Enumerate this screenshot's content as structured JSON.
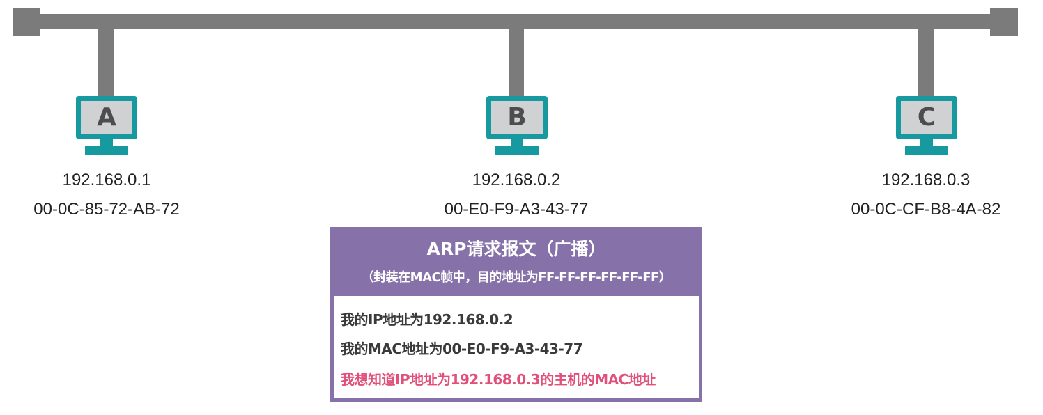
{
  "hosts": [
    {
      "letter": "A",
      "ip": "192.168.0.1",
      "mac": "00-0C-85-72-AB-72"
    },
    {
      "letter": "B",
      "ip": "192.168.0.2",
      "mac": "00-E0-F9-A3-43-77"
    },
    {
      "letter": "C",
      "ip": "192.168.0.3",
      "mac": "00-0C-CF-B8-4A-82"
    }
  ],
  "arp": {
    "title": "ARP请求报文（广播）",
    "subtitle": "（封装在MAC帧中，目的地址为FF-FF-FF-FF-FF-FF）",
    "lines": [
      "我的IP地址为192.168.0.2",
      "我的MAC地址为00-E0-F9-A3-43-77",
      "我想知道IP地址为192.168.0.3的主机的MAC地址"
    ]
  },
  "colors": {
    "bus": "#7b7b7b",
    "monitor": "#169aa0",
    "screen": "#cfd1d3",
    "frame_header": "#8671a8",
    "highlight_text": "#e0507a"
  }
}
